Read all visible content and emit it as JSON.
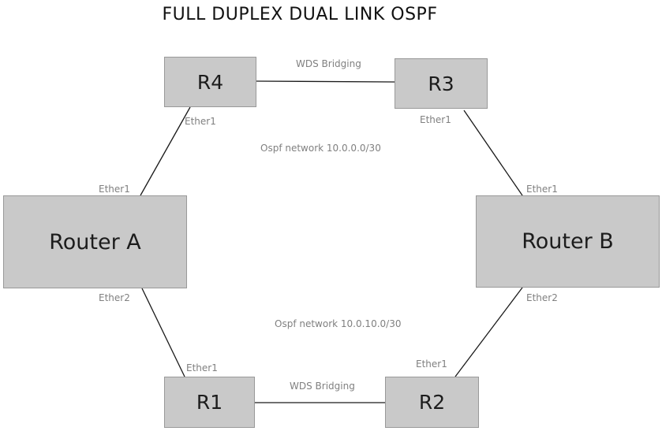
{
  "title": "FULL DUPLEX DUAL LINK OSPF",
  "colors": {
    "background": "#ffffff",
    "node_fill": "#c9c9c9",
    "node_border": "#999999",
    "node_text": "#1c1c1c",
    "edge_line": "#1a1a1a",
    "muted_label": "#808080",
    "title_text": "#111111"
  },
  "nodes": {
    "r4": {
      "label": "R4"
    },
    "r3": {
      "label": "R3"
    },
    "router_a": {
      "label": "Router A"
    },
    "router_b": {
      "label": "Router B"
    },
    "r1": {
      "label": "R1"
    },
    "r2": {
      "label": "R2"
    }
  },
  "ports": {
    "r4_ether1": "Ether1",
    "r3_ether1": "Ether1",
    "router_a_ether1": "Ether1",
    "router_a_ether2": "Ether2",
    "router_b_ether1": "Ether1",
    "router_b_ether2": "Ether2",
    "r1_ether1": "Ether1",
    "r2_ether1": "Ether1"
  },
  "link_labels": {
    "wds_top": "WDS Bridging",
    "wds_bottom": "WDS Bridging",
    "ospf_top": "Ospf network 10.0.0.0/30",
    "ospf_bottom": "Ospf network 10.0.10.0/30"
  },
  "connections": [
    {
      "from": "R4",
      "to": "R3",
      "label": "WDS Bridging"
    },
    {
      "from": "Router A",
      "from_port": "Ether1",
      "to": "R4",
      "to_port": "Ether1",
      "network": "Ospf network 10.0.0.0/30"
    },
    {
      "from": "R3",
      "from_port": "Ether1",
      "to": "Router B",
      "to_port": "Ether1",
      "network": "Ospf network 10.0.0.0/30"
    },
    {
      "from": "Router A",
      "from_port": "Ether2",
      "to": "R1",
      "to_port": "Ether1",
      "network": "Ospf network 10.0.10.0/30"
    },
    {
      "from": "Router B",
      "from_port": "Ether2",
      "to": "R2",
      "to_port": "Ether1",
      "network": "Ospf network 10.0.10.0/30"
    },
    {
      "from": "R1",
      "to": "R2",
      "label": "WDS Bridging"
    }
  ]
}
